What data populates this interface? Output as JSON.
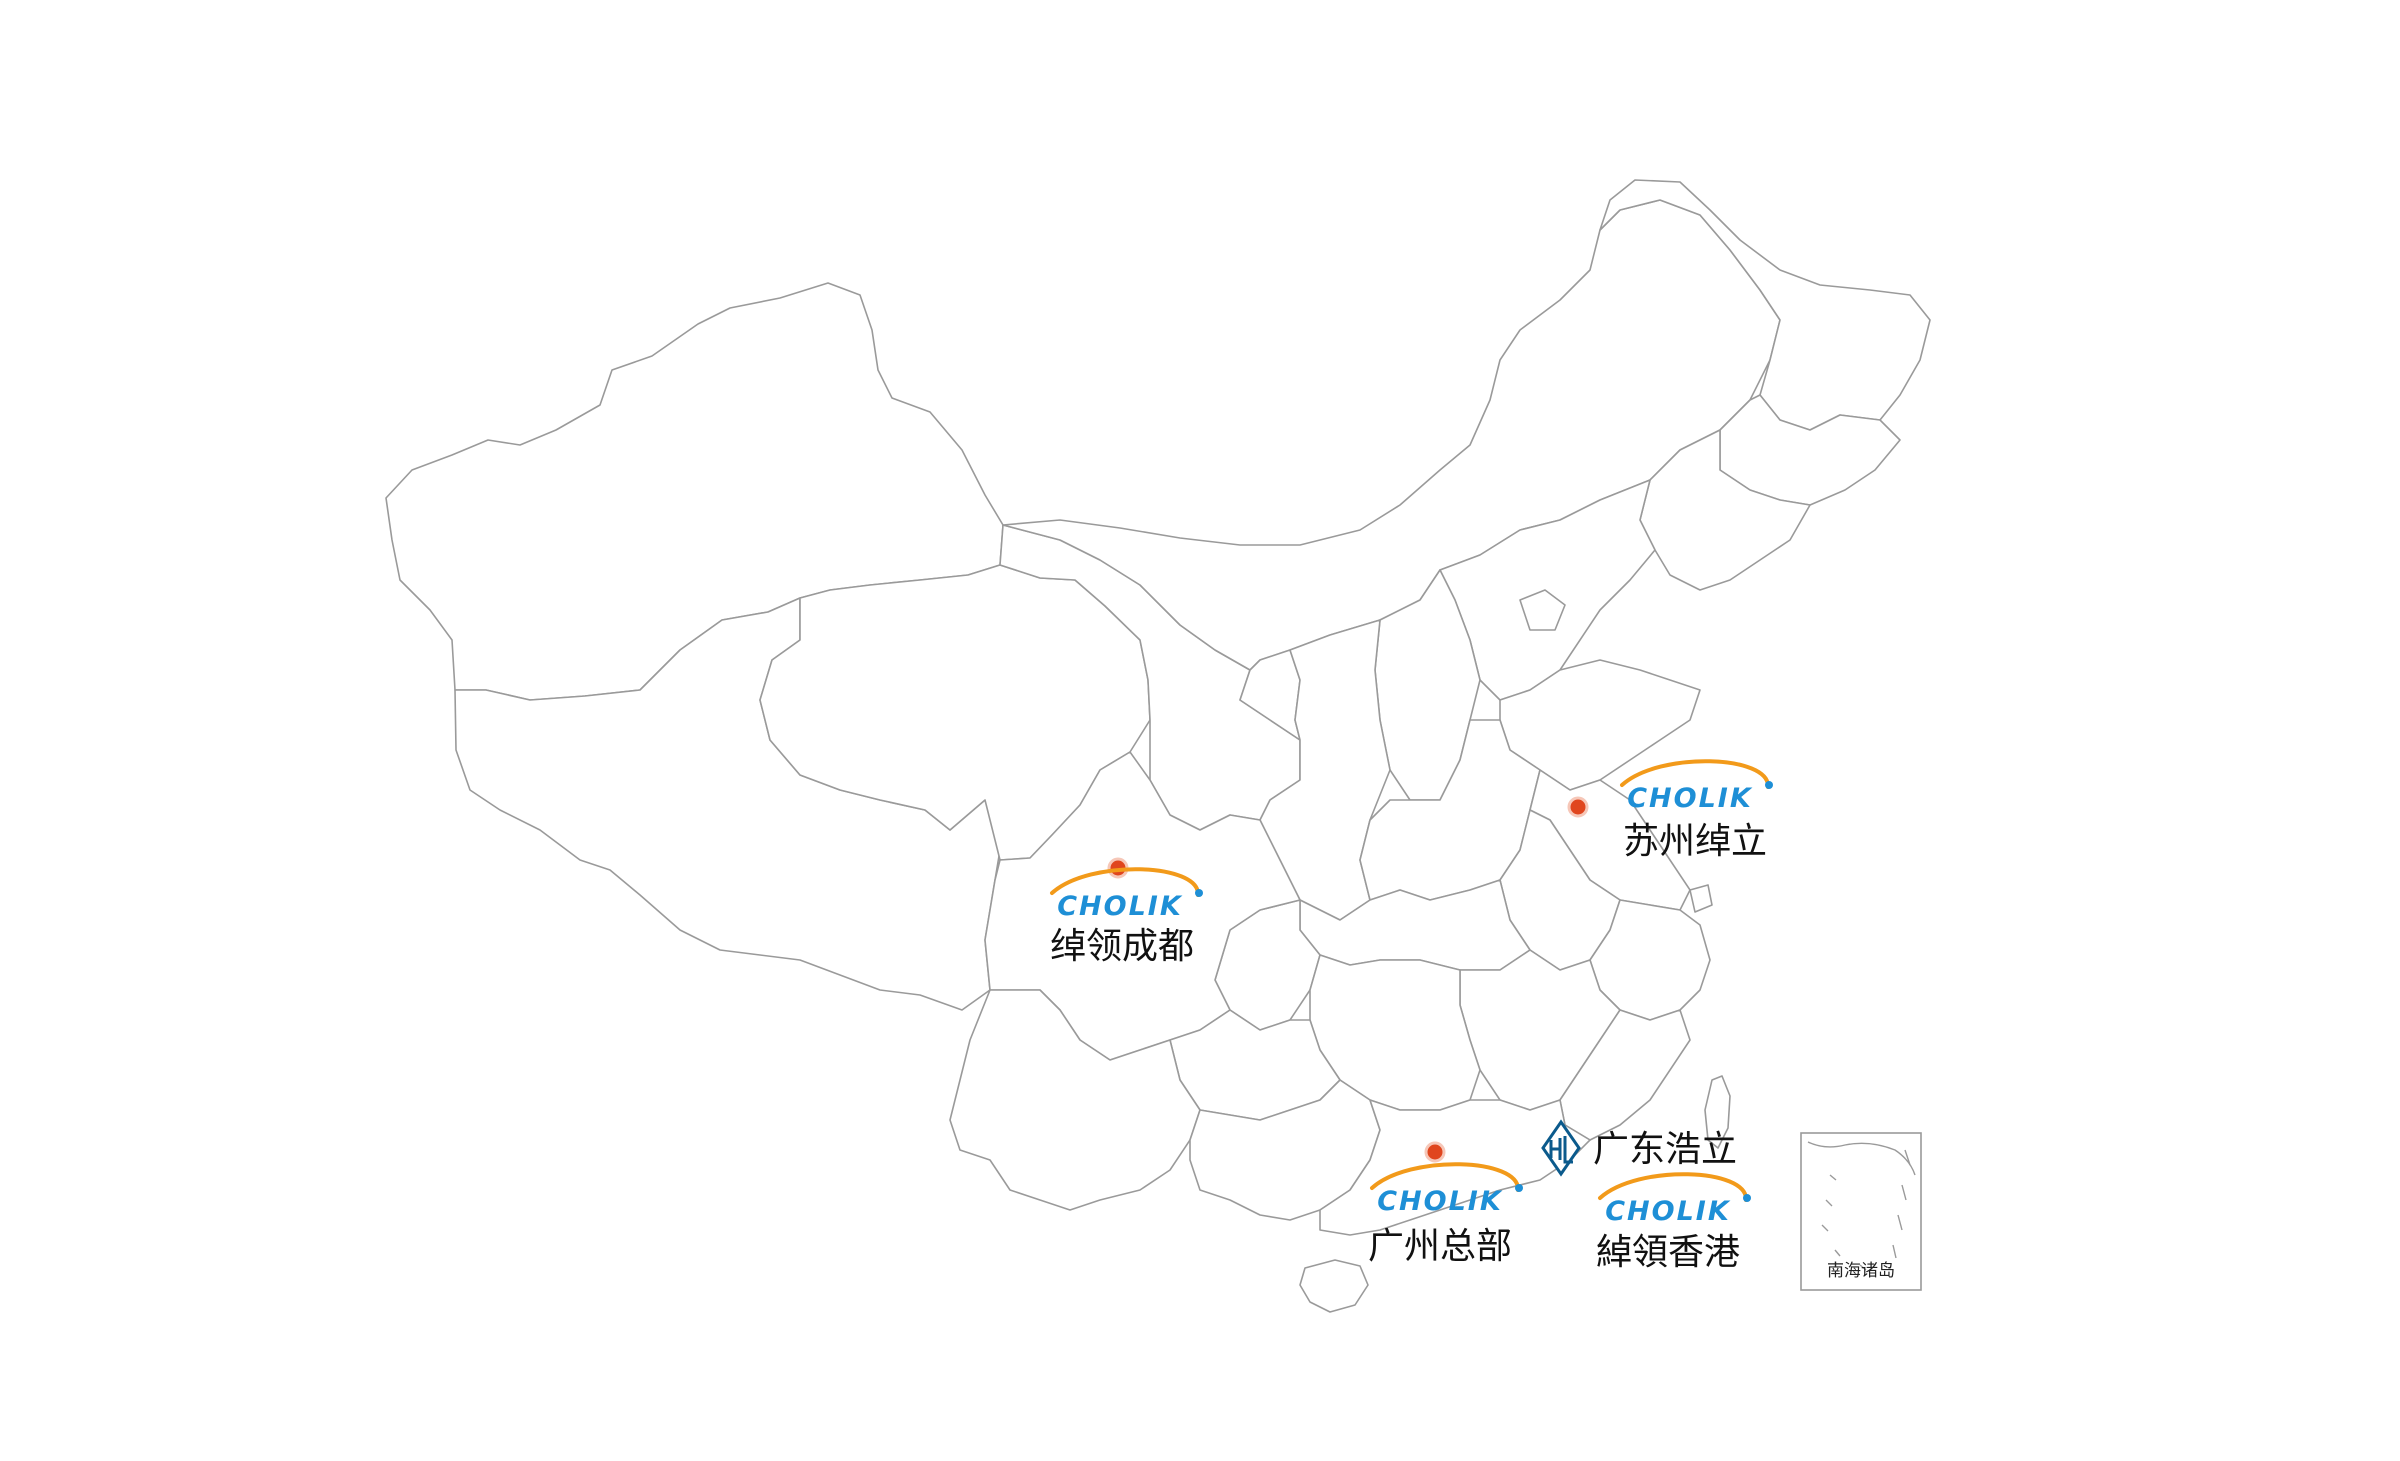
{
  "colors": {
    "border": "#9a9a9a",
    "marker": "#e0461e",
    "brand_blue": "#1e8fd6",
    "brand_orange": "#f29a1a",
    "hl_blue": "#0b5a8c"
  },
  "locations": [
    {
      "id": "chengdu",
      "label": "绰领成都",
      "logo": "CHOLIK"
    },
    {
      "id": "suzhou",
      "label": "苏州绰立",
      "logo": "CHOLIK"
    },
    {
      "id": "guangzhou",
      "label": "广州总部",
      "logo": "CHOLIK"
    },
    {
      "id": "guangdong",
      "label": "广东浩立",
      "logo": "HL"
    },
    {
      "id": "hongkong",
      "label": "綽領香港",
      "logo": "CHOLIK"
    }
  ],
  "inset": {
    "label": "南海诸岛"
  }
}
